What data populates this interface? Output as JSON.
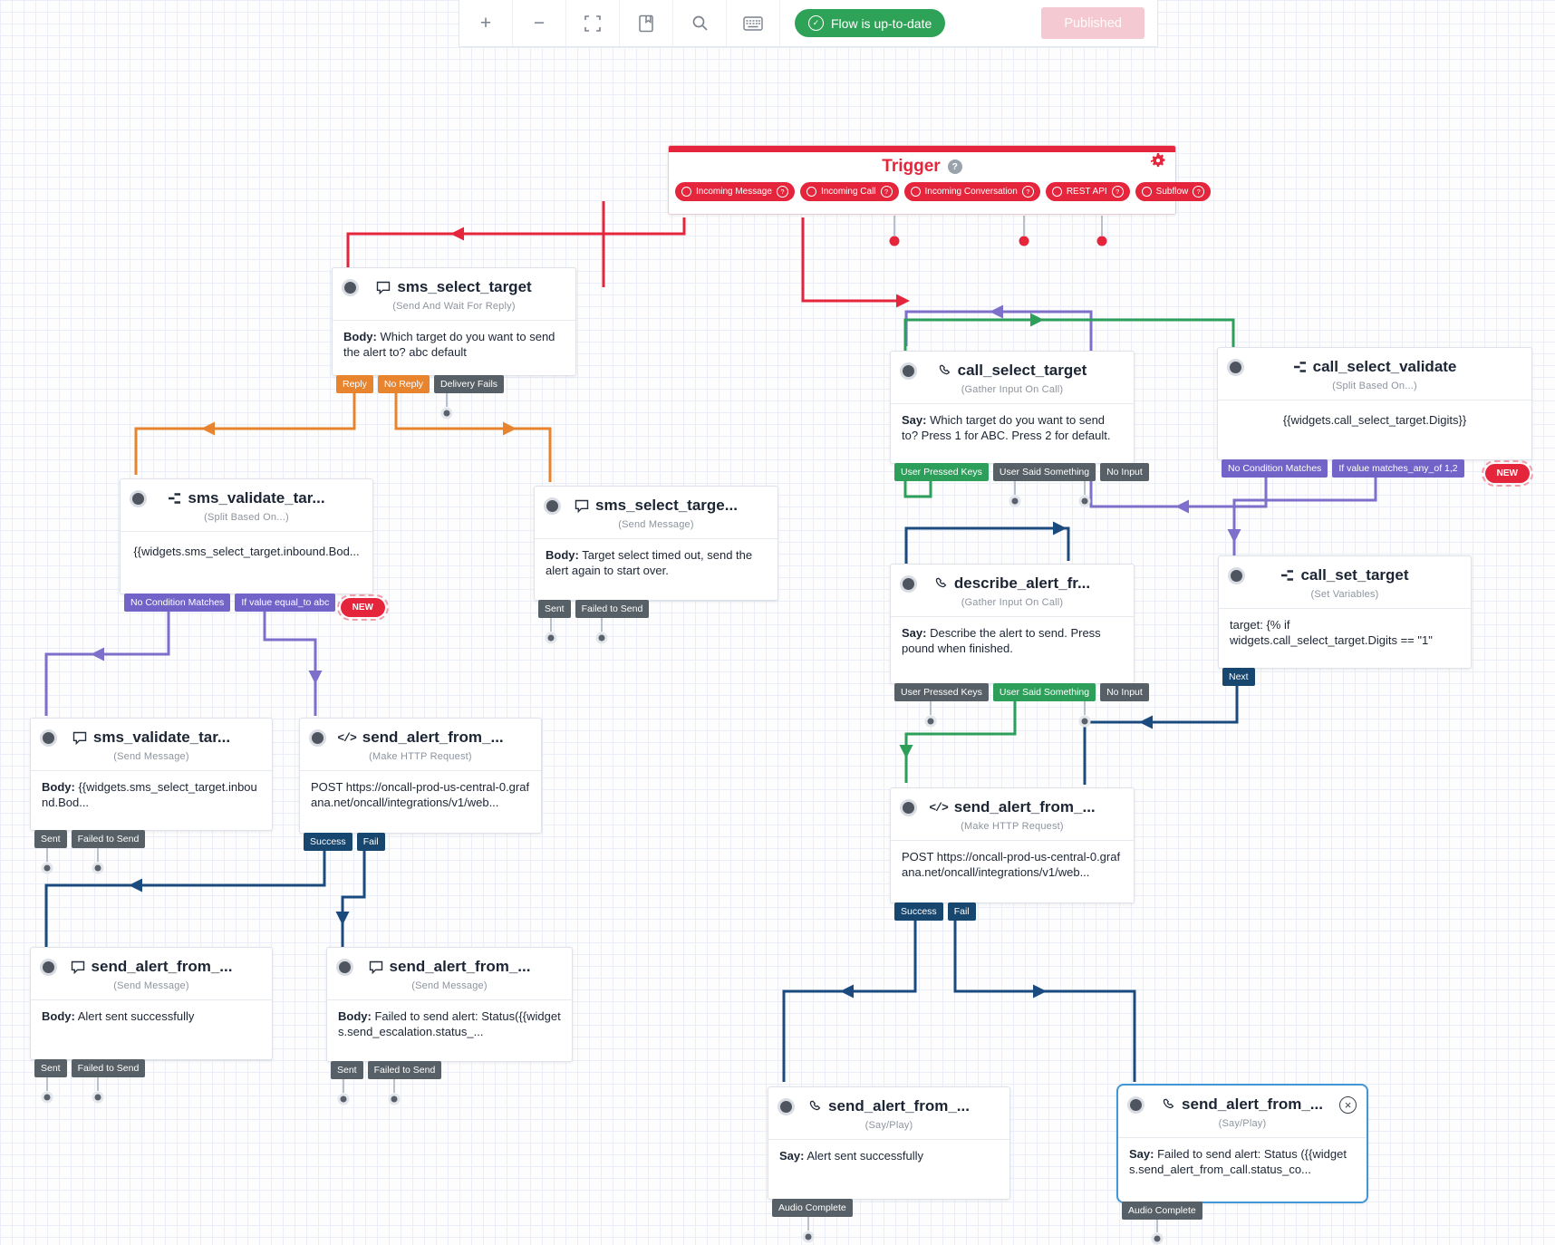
{
  "colors": {
    "brand_red": "#e4253c",
    "orange": "#e8842e",
    "green": "#2e9e5b",
    "purple": "#7263c9",
    "navy": "#17466f",
    "gray_pill": "#576066",
    "status_green": "#2ea357",
    "publish_pink": "#f5c9d2",
    "selected_blue": "#4196d6"
  },
  "toolbar": {
    "zoom_in": "+",
    "zoom_out": "−",
    "status_label": "Flow is up-to-date",
    "publish_label": "Published",
    "check": "✓"
  },
  "icons": {
    "help": "?",
    "close": "×",
    "code": "</>"
  },
  "trigger": {
    "title": "Trigger",
    "pills": [
      {
        "label": "Incoming Message"
      },
      {
        "label": "Incoming Call"
      },
      {
        "label": "Incoming Conversation"
      },
      {
        "label": "REST API"
      },
      {
        "label": "Subflow"
      }
    ]
  },
  "nodes": {
    "sms_select_target": {
      "title": "sms_select_target",
      "subtitle": "(Send And Wait For Reply)",
      "body_label": "Body:",
      "body_text": "Which target do you want to send the alert to? abc default",
      "pills": [
        {
          "label": "Reply"
        },
        {
          "label": "No Reply"
        },
        {
          "label": "Delivery Fails"
        }
      ]
    },
    "call_select_target": {
      "title": "call_select_target",
      "subtitle": "(Gather Input On Call)",
      "body_label": "Say:",
      "body_text": "Which target do you want to send to? Press 1 for ABC. Press 2 for default.",
      "pills": [
        {
          "label": "User Pressed Keys"
        },
        {
          "label": "User Said Something"
        },
        {
          "label": "No Input"
        }
      ]
    },
    "call_select_validate": {
      "title": "call_select_validate",
      "subtitle": "(Split Based On...)",
      "body_text": "{{widgets.call_select_target.Digits}}",
      "new_badge": "NEW",
      "pills": [
        {
          "label": "No Condition Matches"
        },
        {
          "label": "If value matches_any_of 1,2"
        }
      ]
    },
    "sms_validate_split": {
      "title": "sms_validate_tar...",
      "subtitle": "(Split Based On...)",
      "body_text": "{{widgets.sms_select_target.inbound.Bod...",
      "new_badge": "NEW",
      "pills": [
        {
          "label": "No Condition Matches"
        },
        {
          "label": "If value equal_to abc"
        }
      ]
    },
    "sms_select_timeout": {
      "title": "sms_select_targe...",
      "subtitle": "(Send Message)",
      "body_label": "Body:",
      "body_text": "Target select timed out, send the alert again to start over.",
      "pills": [
        {
          "label": "Sent"
        },
        {
          "label": "Failed to Send"
        }
      ]
    },
    "describe_alert": {
      "title": "describe_alert_fr...",
      "subtitle": "(Gather Input On Call)",
      "body_label": "Say:",
      "body_text": "Describe the alert to send. Press pound when finished.",
      "pills": [
        {
          "label": "User Pressed Keys"
        },
        {
          "label": "User Said Something"
        },
        {
          "label": "No Input"
        }
      ]
    },
    "call_set_target": {
      "title": "call_set_target",
      "subtitle": "(Set Variables)",
      "body_text": "target: {% if widgets.call_select_target.Digits == \"1\"",
      "pills": [
        {
          "label": "Next"
        }
      ]
    },
    "sms_validate_msg": {
      "title": "sms_validate_tar...",
      "subtitle": "(Send Message)",
      "body_label": "Body:",
      "body_text": "{{widgets.sms_select_target.inbound.Bod...",
      "pills": [
        {
          "label": "Sent"
        },
        {
          "label": "Failed to Send"
        }
      ]
    },
    "send_alert_http_sms": {
      "title": "send_alert_from_...",
      "subtitle": "(Make HTTP Request)",
      "body_text": "POST https://oncall-prod-us-central-0.grafana.net/oncall/integrations/v1/web...",
      "pills": [
        {
          "label": "Success"
        },
        {
          "label": "Fail"
        }
      ]
    },
    "send_alert_http_call": {
      "title": "send_alert_from_...",
      "subtitle": "(Make HTTP Request)",
      "body_text": "POST https://oncall-prod-us-central-0.grafana.net/oncall/integrations/v1/web...",
      "pills": [
        {
          "label": "Success"
        },
        {
          "label": "Fail"
        }
      ]
    },
    "send_alert_sms_success": {
      "title": "send_alert_from_...",
      "subtitle": "(Send Message)",
      "body_label": "Body:",
      "body_text": "Alert sent successfully",
      "pills": [
        {
          "label": "Sent"
        },
        {
          "label": "Failed to Send"
        }
      ]
    },
    "send_alert_sms_failed": {
      "title": "send_alert_from_...",
      "subtitle": "(Send Message)",
      "body_label": "Body:",
      "body_text": "Failed to send alert: Status({{widgets.send_escalation.status_...",
      "pills": [
        {
          "label": "Sent"
        },
        {
          "label": "Failed to Send"
        }
      ]
    },
    "send_alert_call_success": {
      "title": "send_alert_from_...",
      "subtitle": "(Say/Play)",
      "body_label": "Say:",
      "body_text": "Alert sent successfully",
      "pills": [
        {
          "label": "Audio Complete"
        }
      ]
    },
    "send_alert_call_failed": {
      "title": "send_alert_from_...",
      "subtitle": "(Say/Play)",
      "body_label": "Say:",
      "body_text": "Failed to send alert: Status ({{widgets.send_alert_from_call.status_co...",
      "pills": [
        {
          "label": "Audio Complete"
        }
      ]
    }
  }
}
